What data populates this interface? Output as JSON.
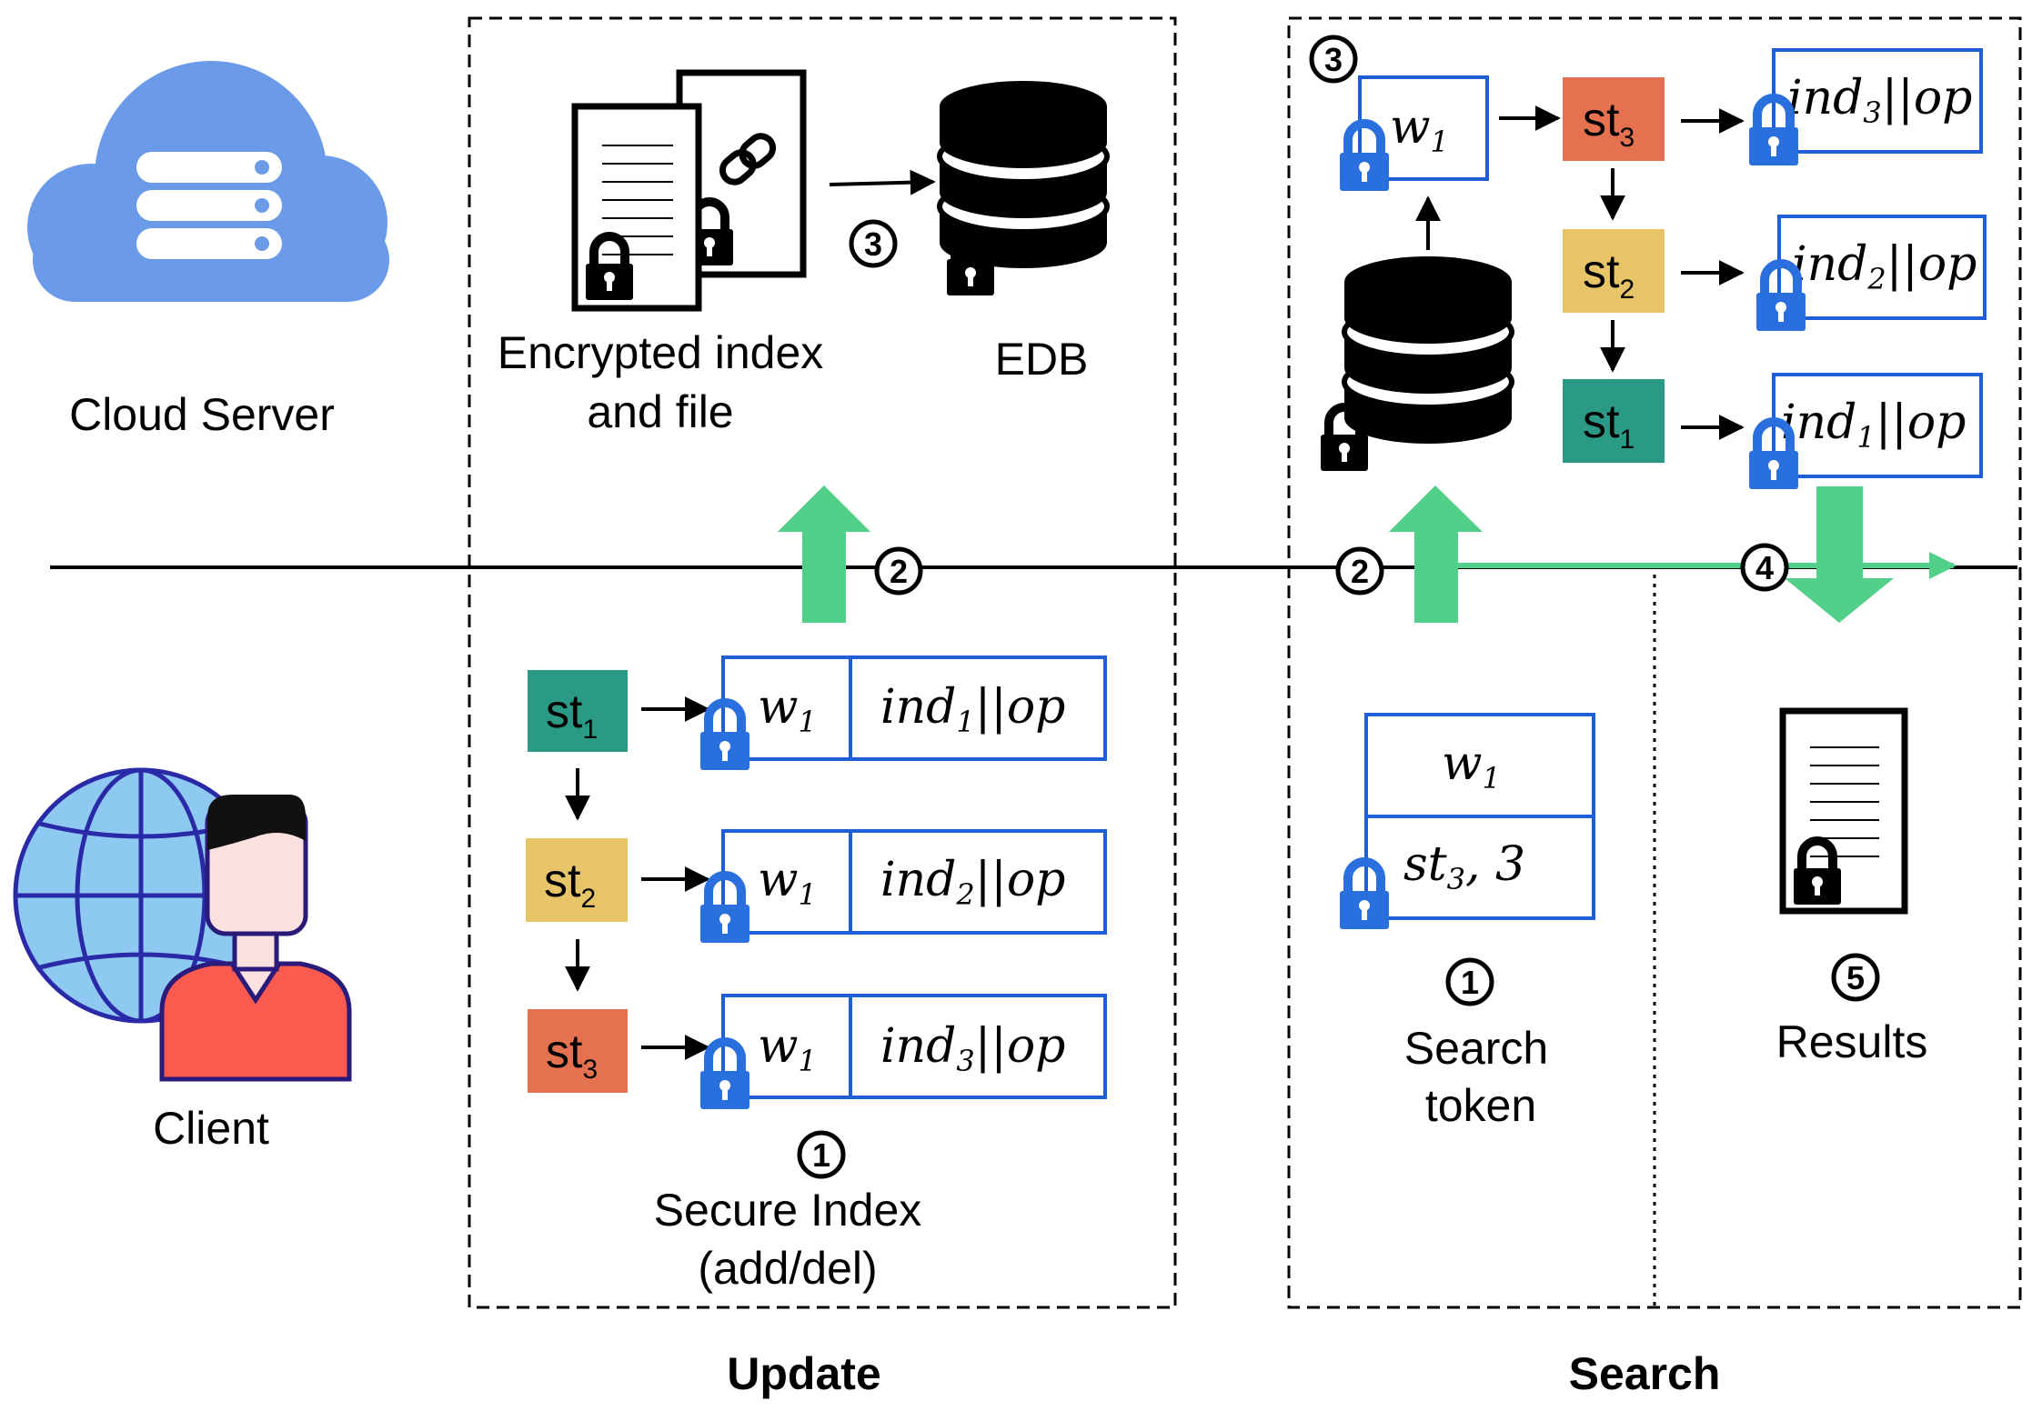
{
  "labels": {
    "cloud_server": "Cloud Server",
    "client": "Client",
    "encrypted_index_line1": "Encrypted index",
    "encrypted_index_line2": "and file",
    "edb": "EDB",
    "secure_index_line1": "Secure Index",
    "secure_index_line2": "(add/del)",
    "search_token_line1": "Search",
    "search_token_line2": "token",
    "results": "Results",
    "update": "Update",
    "search": "Search"
  },
  "steps": {
    "one": "1",
    "two": "2",
    "three": "3",
    "four": "4",
    "five": "5"
  },
  "states": {
    "st": "st",
    "sub1": "1",
    "sub2": "2",
    "sub3": "3"
  },
  "math": {
    "w": "w",
    "w_sub": "1",
    "ind": "ind",
    "op": "||op",
    "search_token_state": "st",
    "search_token_state_sub": "3",
    "search_token_count": ", 3"
  },
  "colors": {
    "cloud": "#6b9be8",
    "box_blue": "#1f5fd6",
    "lock_blue": "#2a6fde",
    "arrow_green": "#52d08a",
    "st_teal": "#2a9a86",
    "st_yellow": "#e8c468",
    "st_red": "#e4714f",
    "globe": "#8ec9f2",
    "globe_line": "#2a2aa8",
    "shirt": "#fb5a4e",
    "skin": "#fde0e0"
  }
}
